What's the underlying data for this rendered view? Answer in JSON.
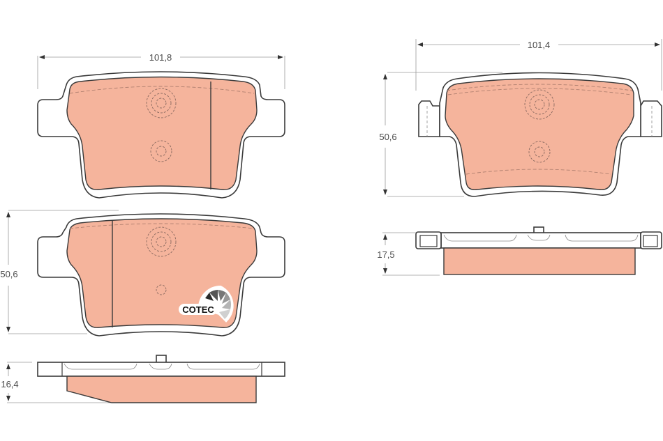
{
  "drawing": {
    "title": "Brake pad set technical drawing",
    "fill_color": "#f5b49c",
    "outline_color": "#3a3a3a",
    "dimensions": {
      "pad1_width": "101,8",
      "pad2_width": "101,4",
      "pad2_height": "50,6",
      "pad3_height": "50,6",
      "pad1_thickness": "16,4",
      "pad2_thickness": "17,5"
    },
    "logo": {
      "text": "COTEC"
    }
  }
}
